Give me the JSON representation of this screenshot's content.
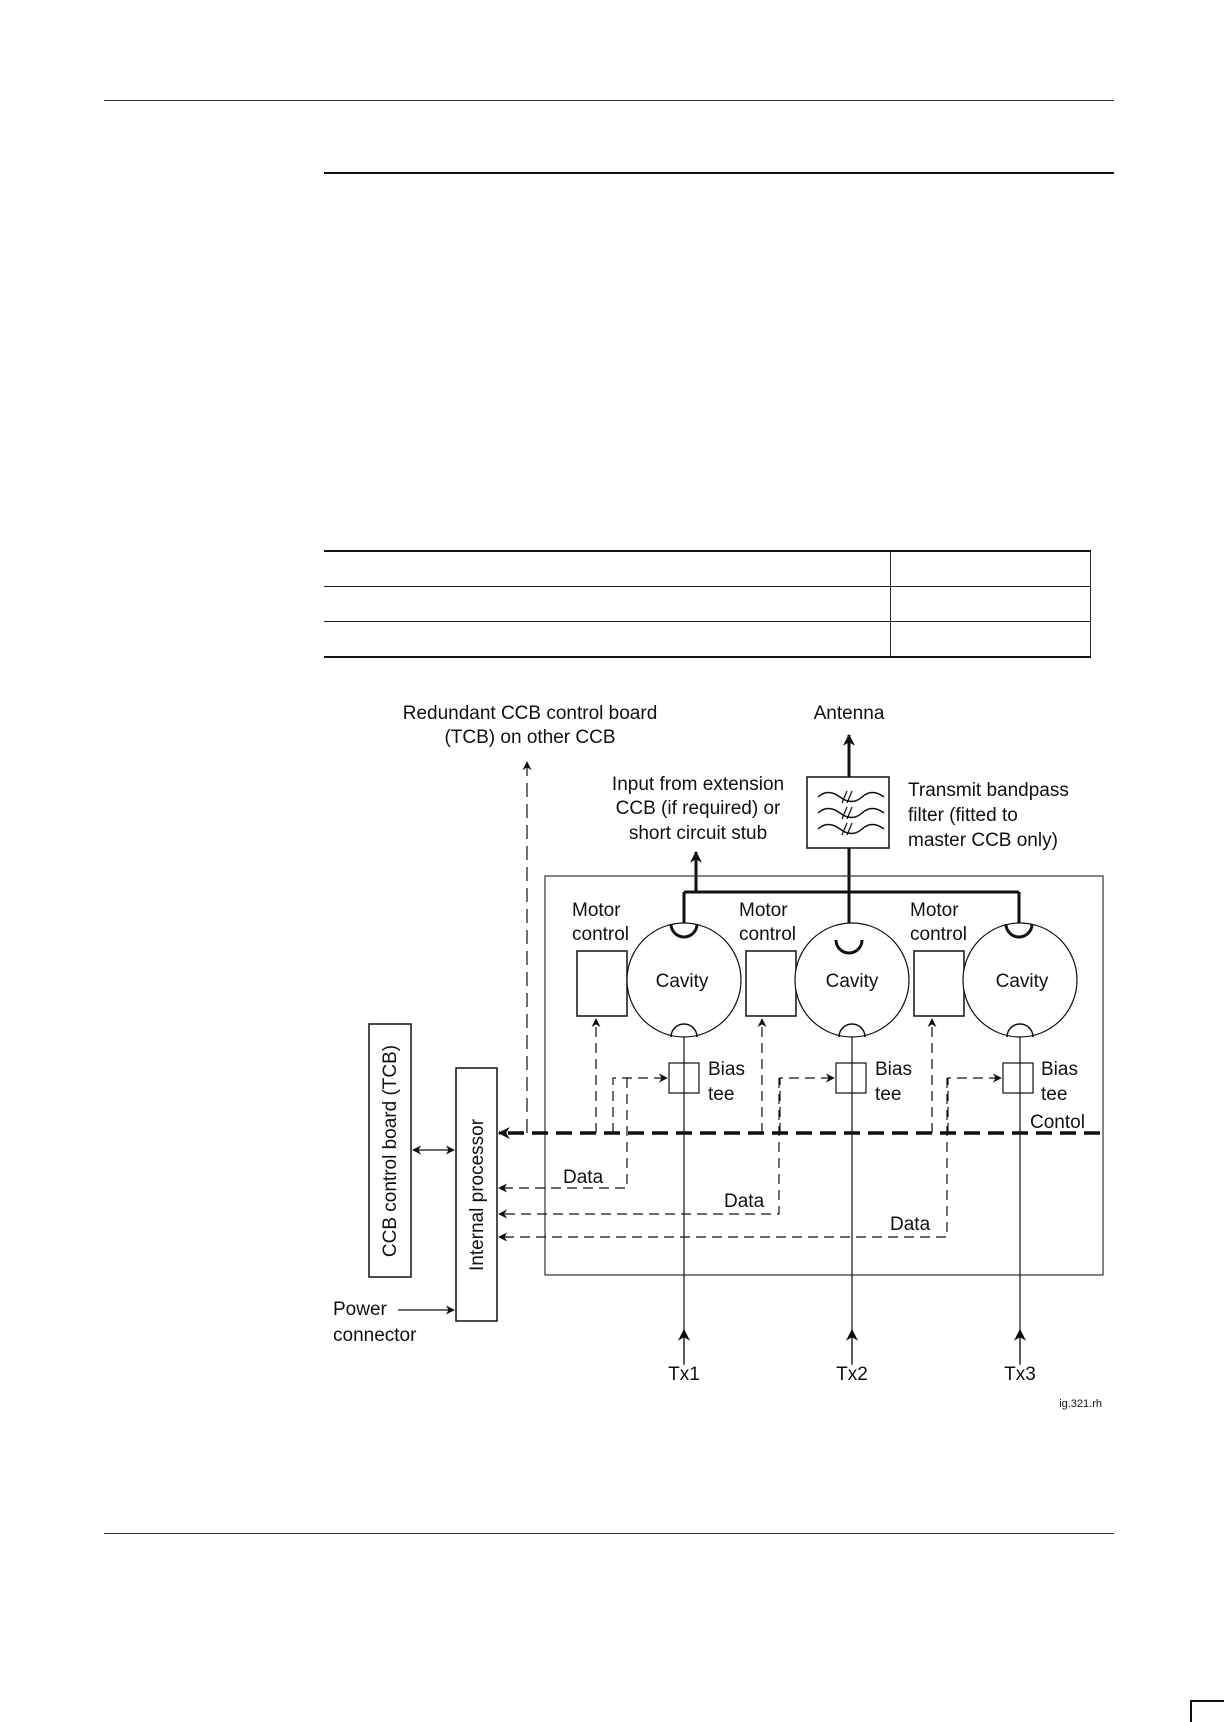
{
  "diagram": {
    "labels": {
      "redundant_tcb_line1": "Redundant CCB control board",
      "redundant_tcb_line2": "(TCB) on other CCB",
      "antenna": "Antenna",
      "input_line1": "Input from extension",
      "input_line2": "CCB (if required) or",
      "input_line3": "short circuit stub",
      "filter_line1": "Transmit bandpass",
      "filter_line2": "filter (fitted to",
      "filter_line3": "master CCB only)",
      "motor_line1": "Motor",
      "motor_line2": "control",
      "cavity": "Cavity",
      "bias_line1": "Bias",
      "bias_line2": "tee",
      "control": "Contol",
      "data": "Data",
      "ccb_control_board": "CCB control board (TCB)",
      "internal_processor": "Internal processor",
      "power_line1": "Power",
      "power_line2": "connector",
      "tx1": "Tx1",
      "tx2": "Tx2",
      "tx3": "Tx3",
      "figure_ref": "ig.321.rh"
    }
  }
}
